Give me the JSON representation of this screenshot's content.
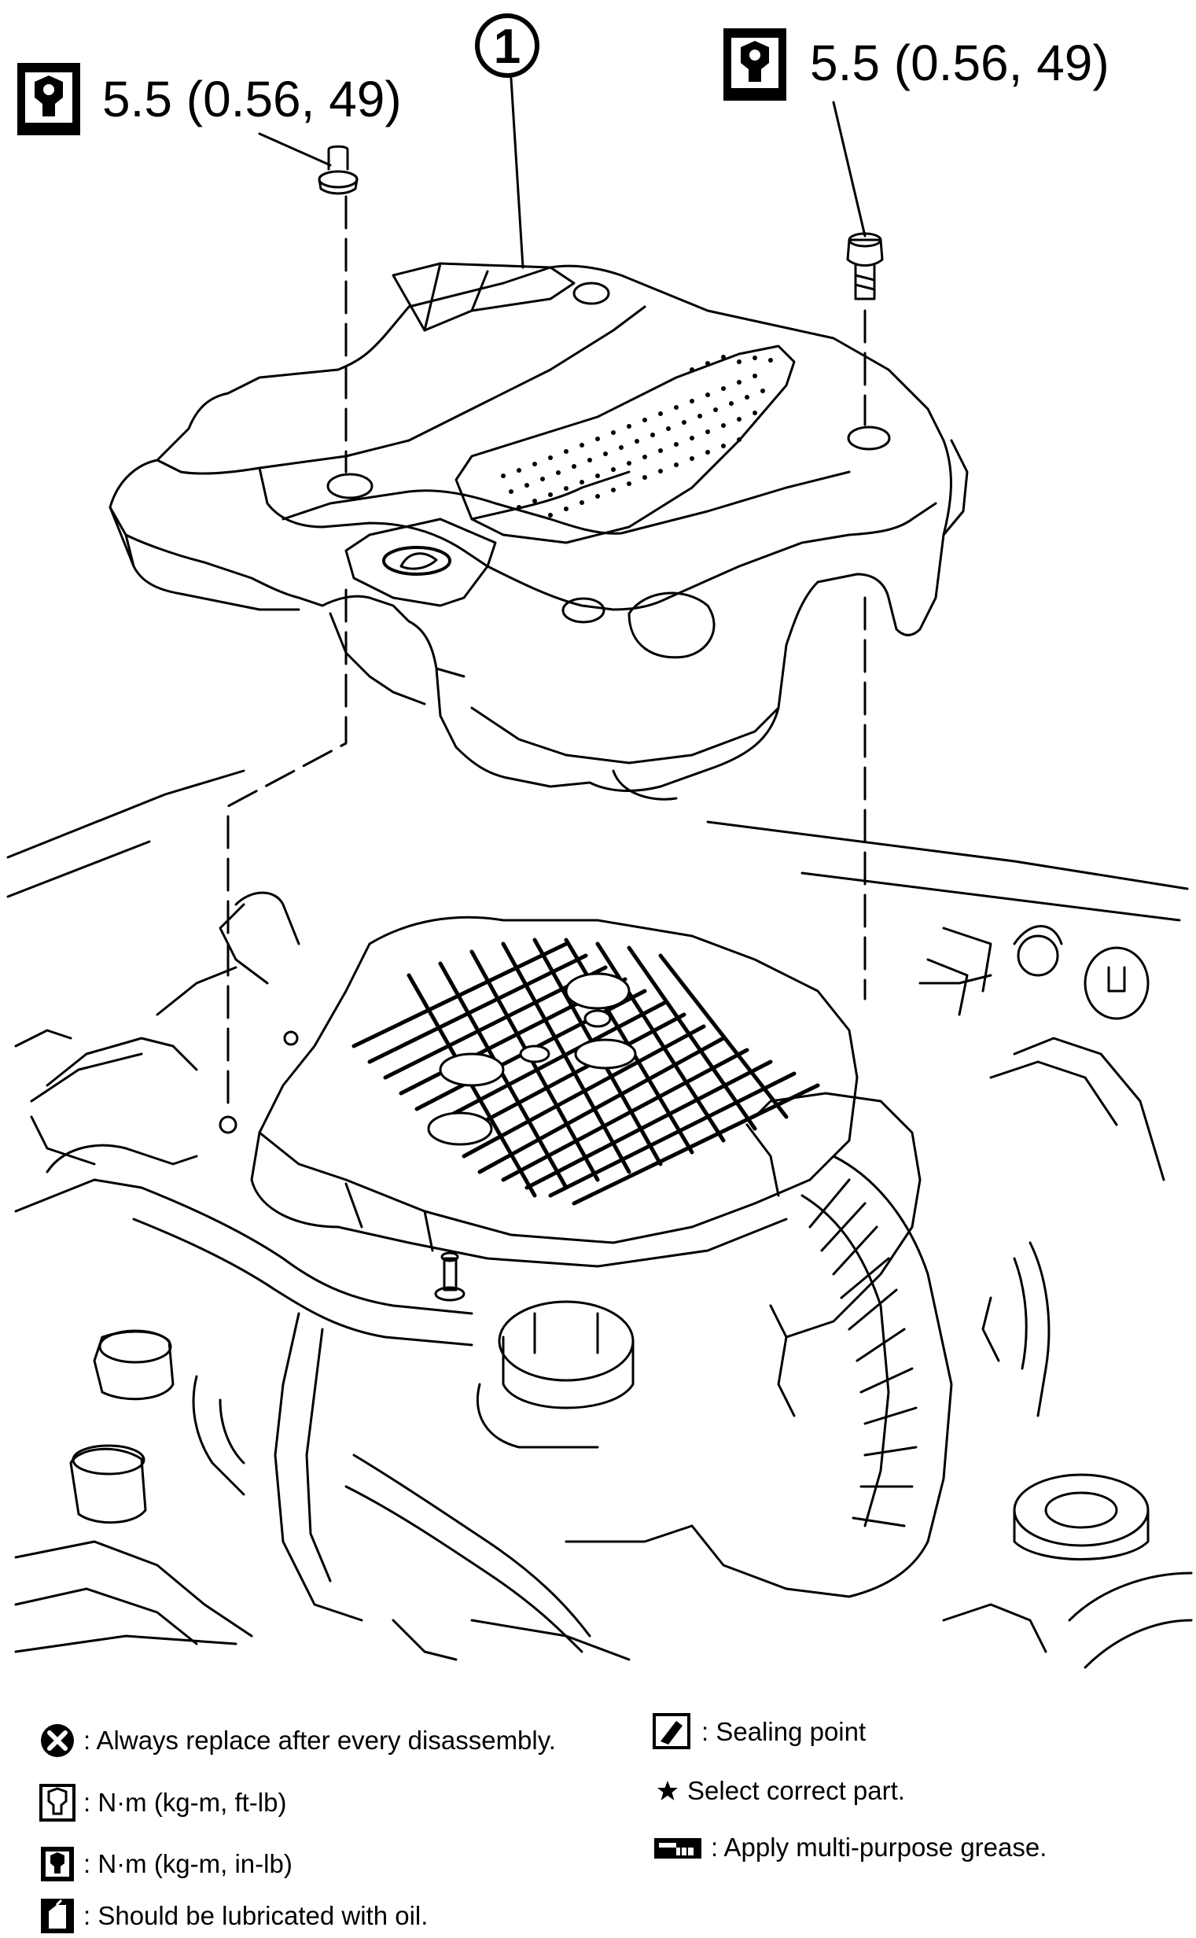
{
  "callouts": {
    "part_number": "1",
    "torque_left": "5.5 (0.56, 49)",
    "torque_right": "5.5 (0.56, 49)"
  },
  "legend": {
    "replace": ": Always replace after every disassembly.",
    "torque_ft": ": N·m (kg-m, ft-lb)",
    "torque_in": ": N·m (kg-m, in-lb)",
    "lubricate": ": Should be lubricated with oil.",
    "sealing": ": Sealing point",
    "select": "Select correct part.",
    "grease": ": Apply multi-purpose grease."
  },
  "icons": {
    "torque": "torque-wrench-icon",
    "replace": "x-circle-icon",
    "oil": "oil-can-icon",
    "sealing": "sealing-icon",
    "star": "star-icon",
    "grease": "grease-icon"
  }
}
